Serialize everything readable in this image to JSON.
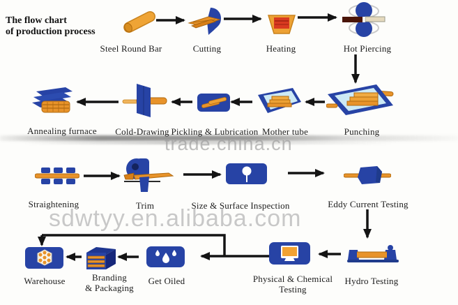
{
  "title": {
    "line1": "The flow chart",
    "line2": "of production process"
  },
  "watermarks": {
    "center": "trade.china.cn",
    "bottom": "sdwtyy.en.alibaba.com"
  },
  "colors": {
    "machine_blue": "#2743a5",
    "machine_blue_dark": "#1a2f80",
    "tube_orange": "#e8932a",
    "tube_orange_dark": "#b06a10",
    "furnace_red": "#d93a20",
    "pale_blue": "#cdeaf5",
    "arrow_black": "#141414",
    "watermark_gray": "#b3b3b3"
  },
  "nodes": {
    "steel_round_bar": {
      "label": "Steel Round Bar",
      "icon": "steel-round-bar-icon"
    },
    "cutting": {
      "label": "Cutting",
      "icon": "cutting-icon"
    },
    "heating": {
      "label": "Heating",
      "icon": "heating-furnace-icon"
    },
    "hot_piercing": {
      "label": "Hot Piercing",
      "icon": "piercing-rolls-icon"
    },
    "punching": {
      "label": "Punching",
      "icon": "punching-machine-icon"
    },
    "mother_tube": {
      "label": "Mother tube",
      "icon": "mother-tube-icon"
    },
    "pickling": {
      "label": "Pickling & Lubrication",
      "icon": "pickling-bath-icon"
    },
    "cold_drawing": {
      "label": "Cold-Drawing",
      "icon": "drawing-die-icon"
    },
    "annealing": {
      "label": "Annealing furnace",
      "icon": "annealing-furnace-icon"
    },
    "straightening": {
      "label": "Straightening",
      "icon": "straightening-rolls-icon"
    },
    "trim": {
      "label": "Trim",
      "icon": "trim-saw-icon"
    },
    "size_inspection": {
      "label": "Size & Surface Inspection",
      "icon": "inspection-gauge-icon"
    },
    "eddy_testing": {
      "label": "Eddy Current Testing",
      "icon": "eddy-current-coil-icon"
    },
    "hydro_testing": {
      "label": "Hydro Testing",
      "icon": "hydro-test-bench-icon"
    },
    "physical_chemical": {
      "line1": "Physical & Chemical",
      "line2": "Testing",
      "icon": "lab-monitor-icon"
    },
    "get_oiled": {
      "label": "Get Oiled",
      "icon": "oil-drops-icon"
    },
    "branding": {
      "line1": "Branding",
      "line2": "& Packaging",
      "icon": "packed-box-icon"
    },
    "warehouse": {
      "label": "Warehouse",
      "icon": "tube-bundle-icon"
    }
  },
  "flow": [
    "Steel Round Bar",
    "Cutting",
    "Heating",
    "Hot Piercing",
    "Punching",
    "Mother tube",
    "Pickling & Lubrication",
    "Cold-Drawing",
    "Annealing furnace",
    "Straightening",
    "Trim",
    "Size & Surface Inspection",
    "Eddy Current Testing",
    "Hydro Testing",
    "Physical & Chemical Testing",
    "Get Oiled",
    "Branding & Packaging",
    "Warehouse"
  ]
}
